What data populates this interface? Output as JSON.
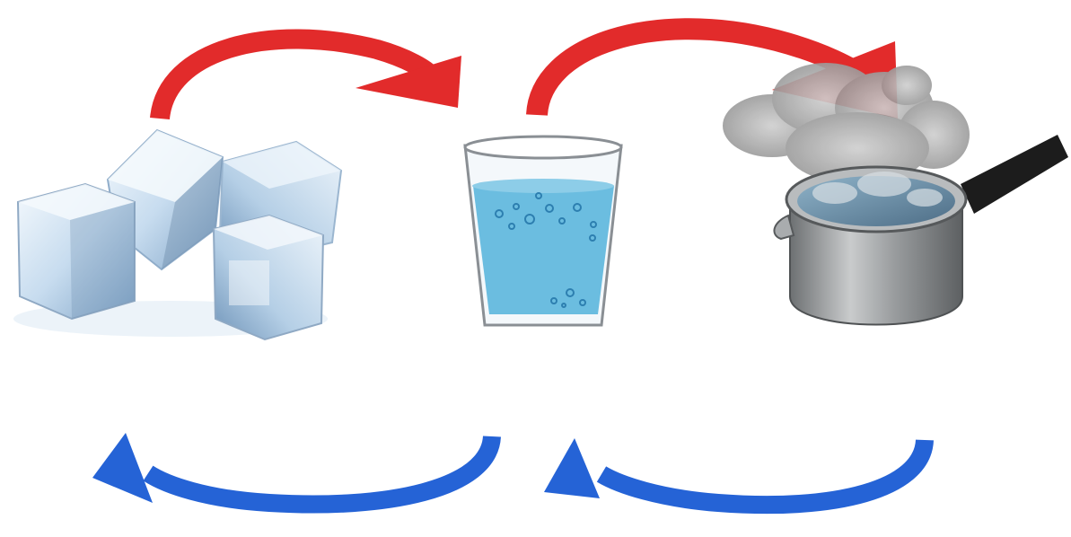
{
  "diagram": {
    "stages": [
      {
        "name": "ice",
        "icon": "ice-cubes-icon"
      },
      {
        "name": "water",
        "icon": "water-glass-icon"
      },
      {
        "name": "steam",
        "icon": "steaming-pot-icon"
      }
    ],
    "arrows": [
      {
        "from": "ice",
        "to": "water",
        "direction": "forward",
        "color": "#e22b2b"
      },
      {
        "from": "water",
        "to": "steam",
        "direction": "forward",
        "color": "#e22b2b"
      },
      {
        "from": "steam",
        "to": "water",
        "direction": "backward",
        "color": "#2563d6"
      },
      {
        "from": "water",
        "to": "ice",
        "direction": "backward",
        "color": "#2563d6"
      }
    ],
    "colors": {
      "heat_arrow": "#e22b2b",
      "cool_arrow": "#2563d6",
      "water": "#6bbde0",
      "ice": "#cfe3f2",
      "steam": "#a9a9a9",
      "pot": "#8f9294"
    }
  }
}
